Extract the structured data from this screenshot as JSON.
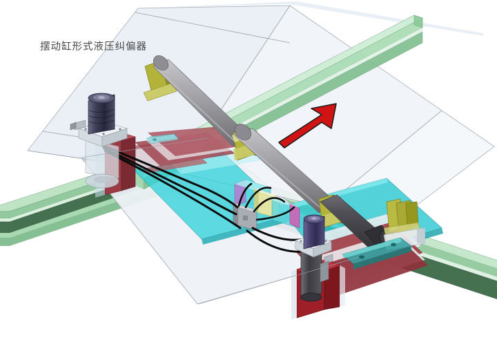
{
  "figure": {
    "caption": "摆动缸形式液压纠偏器",
    "caption_color": "#4a4a4a",
    "background_color": "#ffffff",
    "type": "3d-cad-assembly-illustration"
  },
  "annotations": {
    "direction_arrow": {
      "name": "belt-travel-direction-arrow",
      "color": "#d01414",
      "outline_color": "#1a1a1a",
      "direction": "up-right"
    }
  },
  "components": [
    {
      "id": "belt-panel-upper",
      "label": "conveyor belt panel (upper)",
      "color": "#eef2f7"
    },
    {
      "id": "belt-panel-lower",
      "label": "conveyor belt panel (lower)",
      "color": "#f2f5f9"
    },
    {
      "id": "steering-roller",
      "label": "steering roller / drum",
      "color": "#9a9a9e"
    },
    {
      "id": "roller-end-cap",
      "label": "roller end cap",
      "color": "#3a3a3c"
    },
    {
      "id": "roller-bracket",
      "label": "roller pivot bracket",
      "color": "#a9a92f"
    },
    {
      "id": "swing-cylinder-left",
      "label": "hydraulic swing cylinder (left)",
      "color": "#3a3a52"
    },
    {
      "id": "swing-cylinder-right",
      "label": "hydraulic swing cylinder (right)",
      "color": "#3e3a63"
    },
    {
      "id": "valve-manifold",
      "label": "hydraulic valve manifold",
      "color": "#30c6cc"
    },
    {
      "id": "valve-cap-yellow",
      "label": "valve end cap",
      "color": "#f0eaa8"
    },
    {
      "id": "valve-cap-magenta",
      "label": "valve solenoid cap",
      "color": "#d060b0"
    },
    {
      "id": "connector-block",
      "label": "hose connector block",
      "color": "#b8bcc2"
    },
    {
      "id": "hose",
      "label": "hydraulic hose",
      "color": "#0d0d0d"
    },
    {
      "id": "frame-rail-green",
      "label": "frame rail (I-beam)",
      "color": "#9fd8a8"
    },
    {
      "id": "frame-rail-green-dark",
      "label": "frame rail shaded face",
      "color": "#3b6b45"
    },
    {
      "id": "support-post-red",
      "label": "support post",
      "color": "#8e3038"
    },
    {
      "id": "support-block-red",
      "label": "actuator support block",
      "color": "#9d1f26"
    },
    {
      "id": "mount-plate-teal",
      "label": "mounting plate",
      "color": "#2e9b9b"
    },
    {
      "id": "cross-beam-crimson",
      "label": "cross beam",
      "color": "#a0454f"
    },
    {
      "id": "belt-skirt-cyan",
      "label": "belt guide skirt",
      "color": "#2fd0d8"
    }
  ]
}
